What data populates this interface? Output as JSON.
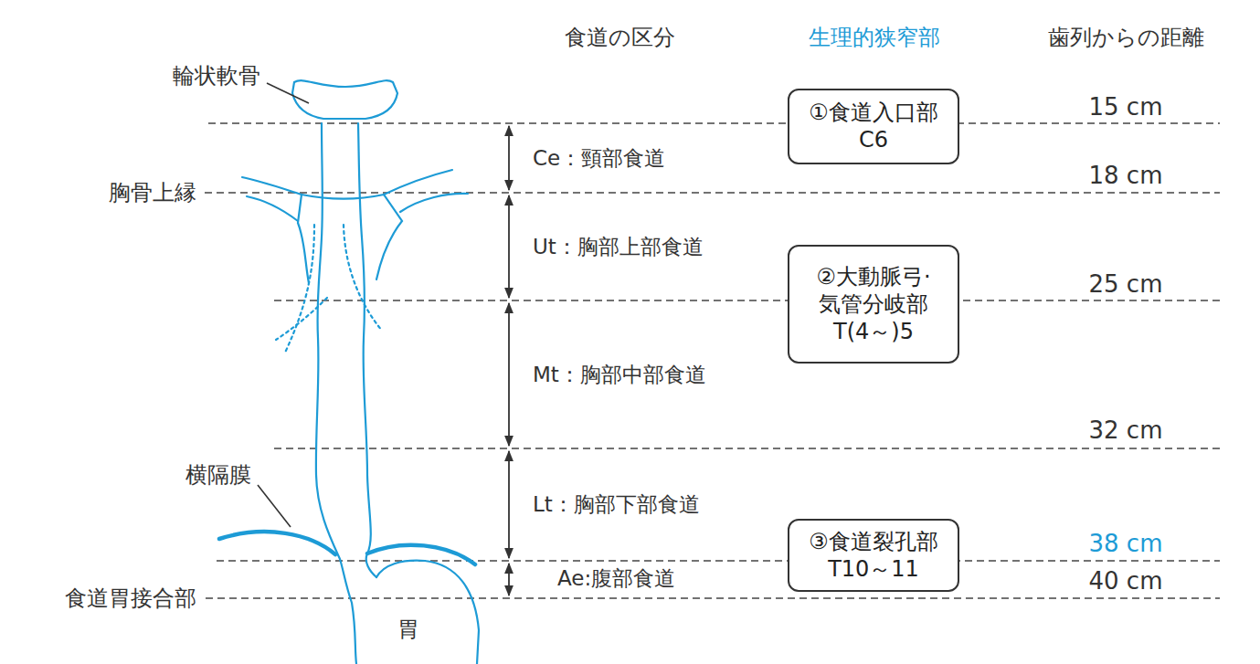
{
  "diagram": {
    "nodes": [
      {
        "text": [
          "①食道入口部 C6"
        ]
      },
      {
        "text": [
          "②大動脈弓· 気管分岐部 T(4～)5"
        ]
      },
      {
        "text": [
          "③食道裂孔部 T10～11"
        ]
      }
    ],
    "labels": [
      "食道の区分",
      "生理的狭窄部",
      "歯列からの距離",
      "輪状軟骨",
      "胸骨上縁",
      "横隔膜",
      "食道胃接合部",
      "Ce：頸部食道",
      "Ut：胸部上部食道",
      "Mt：胸部中部食道",
      "Lt：胸部下部食道",
      "Ae:腹部食道",
      "15 cm",
      "18 cm",
      "25 cm",
      "32 cm",
      "38 cm",
      "40 cm",
      "胃"
    ]
  }
}
